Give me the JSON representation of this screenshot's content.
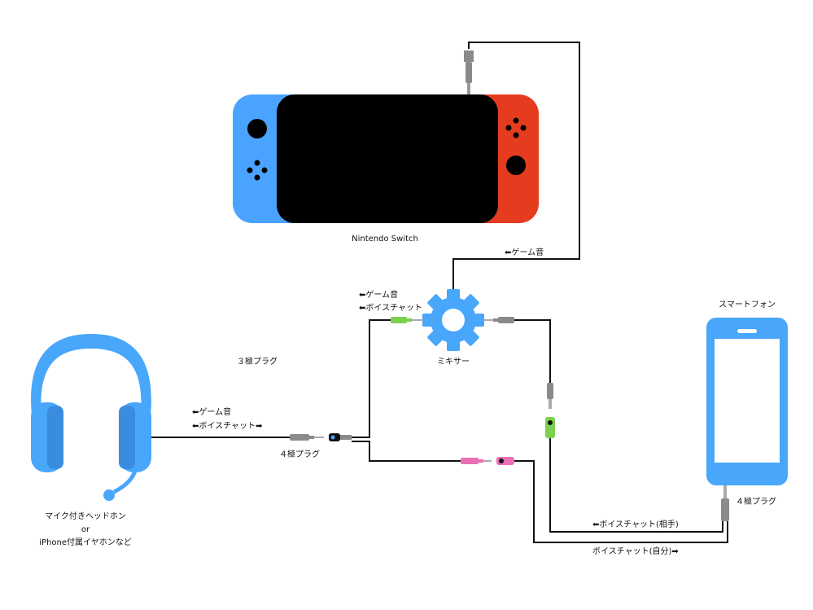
{
  "colors": {
    "joycon_left": "#4aa3ff",
    "joycon_right": "#e53b1f",
    "screen": "#000000",
    "device_blue": "#48a6fb",
    "plug_gray": "#8a8a8a",
    "plug_green": "#7bd14f",
    "plug_pink": "#ec6fb6",
    "wire": "#111111"
  },
  "labels": {
    "switch": "Nintendo Switch",
    "game_audio_top": "⬅ゲーム音",
    "mixer_in_game": "⬅ゲーム音",
    "mixer_in_voice": "⬅ボイスチャット",
    "mixer": "ミキサー",
    "plug3": "３極プラグ",
    "headset_game": "⬅ゲーム音",
    "headset_voice": "⬅ボイスチャット➡",
    "plug4_center": "４極プラグ",
    "headset_line1": "マイク付きヘッドホン",
    "headset_line2": "or",
    "headset_line3": "iPhone付属イヤホンなど",
    "smartphone": "スマートフォン",
    "plug4_phone": "４極プラグ",
    "voice_partner": "⬅ボイスチャット(相手)",
    "voice_self": "ボイスチャット(自分)➡"
  },
  "icons": {
    "switch": "nintendo-switch-icon",
    "mixer": "gear-icon",
    "headset": "headset-icon",
    "smartphone": "smartphone-icon"
  }
}
